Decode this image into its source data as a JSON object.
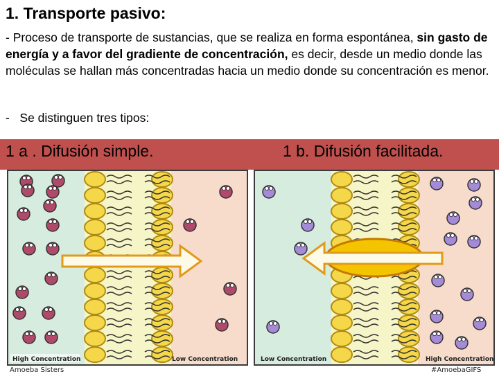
{
  "title": "1. Transporte pasivo:",
  "paragraph": {
    "dash": "- ",
    "part1": "Proceso de transporte de sustancias, que se realiza en forma espontánea, ",
    "bold": "sin gasto de energía y a favor del gradiente de concentración,",
    "part2": " es decir, desde un medio donde las moléculas se hallan más concentradas hacia un medio donde su concentración es menor."
  },
  "types_line": "-   Se distinguen tres tipos:",
  "band": {
    "left": "1 a . Difusión simple.",
    "right": "1 b. Difusión facilitada."
  },
  "left_panel": {
    "label_left": "High Concentration",
    "label_right": "Low Concentration",
    "credit": "Amoeba Sisters"
  },
  "right_panel": {
    "label_left": "Low Concentration",
    "label_right": "High Concentration",
    "credit": "#AmoebaGIFS"
  },
  "colors": {
    "band": "#c0504d",
    "extracellular": "#d6ecdf",
    "intracellular": "#f8dccb",
    "membrane_core": "#f6f5c8",
    "phospholipid_head": "#f5d84a",
    "molecule_simple": "#b04a6a",
    "molecule_facilitated": "#a58ad8",
    "protein_channel": "#f5c400",
    "arrow_fill": "#fdfbe8"
  }
}
